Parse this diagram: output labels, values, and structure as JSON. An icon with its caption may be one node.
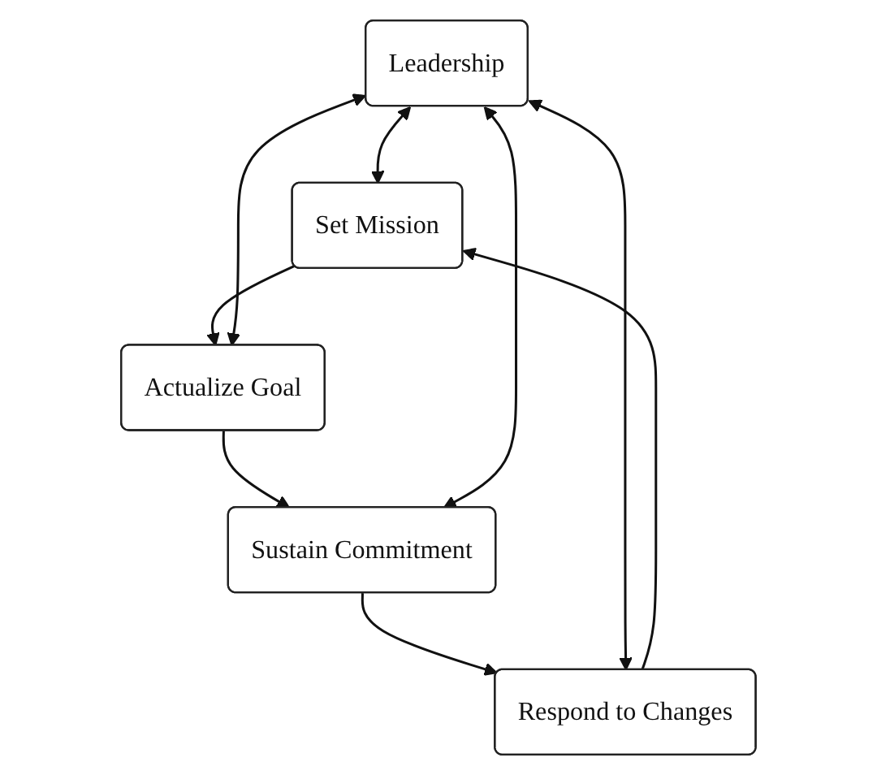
{
  "diagram": {
    "nodes": [
      {
        "text": [
          "Set Mission"
        ]
      },
      {
        "text": [
          "Actualize Goal"
        ]
      },
      {
        "text": [
          "Leadership"
        ]
      },
      {
        "text": [
          "Respond to Changes"
        ]
      },
      {
        "text": [
          "Sustain Commitment"
        ]
      }
    ],
    "edges": [
      {
        "from": 0,
        "to": 1,
        "arrow": "to"
      },
      {
        "from": 1,
        "to": 4,
        "arrow": "to"
      },
      {
        "from": 4,
        "to": 3,
        "arrow": "to"
      },
      {
        "from": 3,
        "to": 0,
        "arrow": "to"
      },
      {
        "from": 2,
        "to": 0,
        "arrow": "both"
      },
      {
        "from": 2,
        "to": 1,
        "arrow": "both"
      },
      {
        "from": 2,
        "to": 3,
        "arrow": "both"
      },
      {
        "from": 2,
        "to": 4,
        "arrow": "both"
      }
    ]
  }
}
